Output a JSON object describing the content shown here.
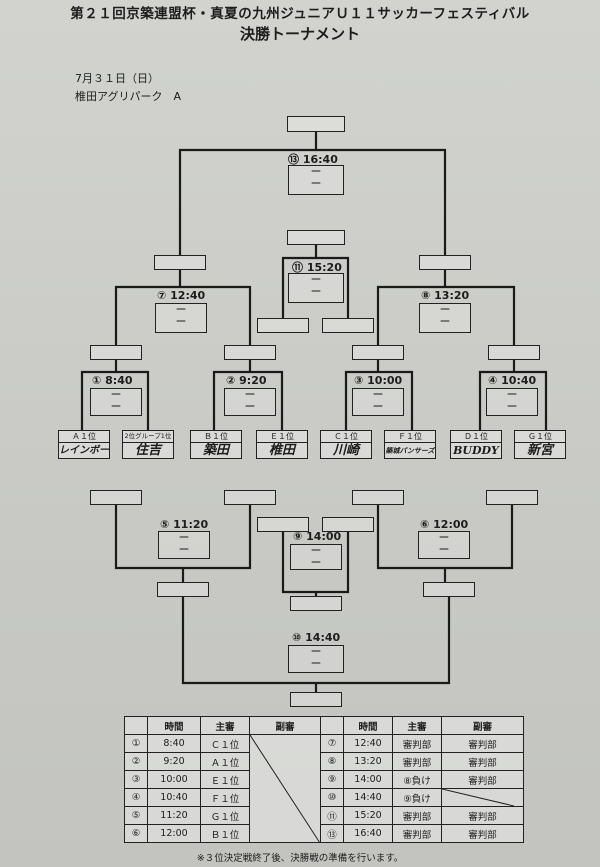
{
  "title": "第２１回京築連盟杯・真夏の九州ジュニアＵ１１サッカーフェスティバル",
  "subtitle": "決勝トーナメント",
  "date": "7月３１日（日）",
  "venue": "椎田アグリパーク　A",
  "score_dash": "ー",
  "matches": {
    "m1": "① 8:40",
    "m2": "② 9:20",
    "m3": "③ 10:00",
    "m4": "④ 10:40",
    "m5": "⑤ 11:20",
    "m6": "⑥ 12:00",
    "m7": "⑦ 12:40",
    "m8": "⑧ 13:20",
    "m9": "⑨ 14:00",
    "m10": "⑩ 14:40",
    "m11": "⑪ 15:20",
    "m13": "⑬ 16:40"
  },
  "teams": [
    {
      "pos": "Ａ１位",
      "name": "レインボー"
    },
    {
      "pos": "2位グループ1位",
      "name": "住吉"
    },
    {
      "pos": "Ｂ１位",
      "name": "築田"
    },
    {
      "pos": "Ｅ１位",
      "name": "椎田"
    },
    {
      "pos": "Ｃ１位",
      "name": "川崎"
    },
    {
      "pos": "Ｆ１位",
      "name": "築城パンサーズ"
    },
    {
      "pos": "Ｄ１位",
      "name": "BUDDY"
    },
    {
      "pos": "Ｇ１位",
      "name": "新宮"
    }
  ],
  "schedule": {
    "headers": [
      "",
      "時間",
      "主審",
      "副審",
      "",
      "時間",
      "主審",
      "副審"
    ],
    "rows": [
      [
        "①",
        "8:40",
        "Ｃ１位",
        "",
        "⑦",
        "12:40",
        "審判部",
        "審判部"
      ],
      [
        "②",
        "9:20",
        "Ａ１位",
        "",
        "⑧",
        "13:20",
        "審判部",
        "審判部"
      ],
      [
        "③",
        "10:00",
        "Ｅ１位",
        "",
        "⑨",
        "14:00",
        "⑧負け",
        "審判部"
      ],
      [
        "④",
        "10:40",
        "Ｆ１位",
        "",
        "⑩",
        "14:40",
        "⑨負け",
        ""
      ],
      [
        "⑤",
        "11:20",
        "Ｇ１位",
        "",
        "⑪",
        "15:20",
        "審判部",
        "審判部"
      ],
      [
        "⑥",
        "12:00",
        "Ｂ１位",
        "",
        "⑬",
        "16:40",
        "審判部",
        "審判部"
      ]
    ]
  },
  "note": "※３位決定戦終了後、決勝戦の準備を行います。"
}
